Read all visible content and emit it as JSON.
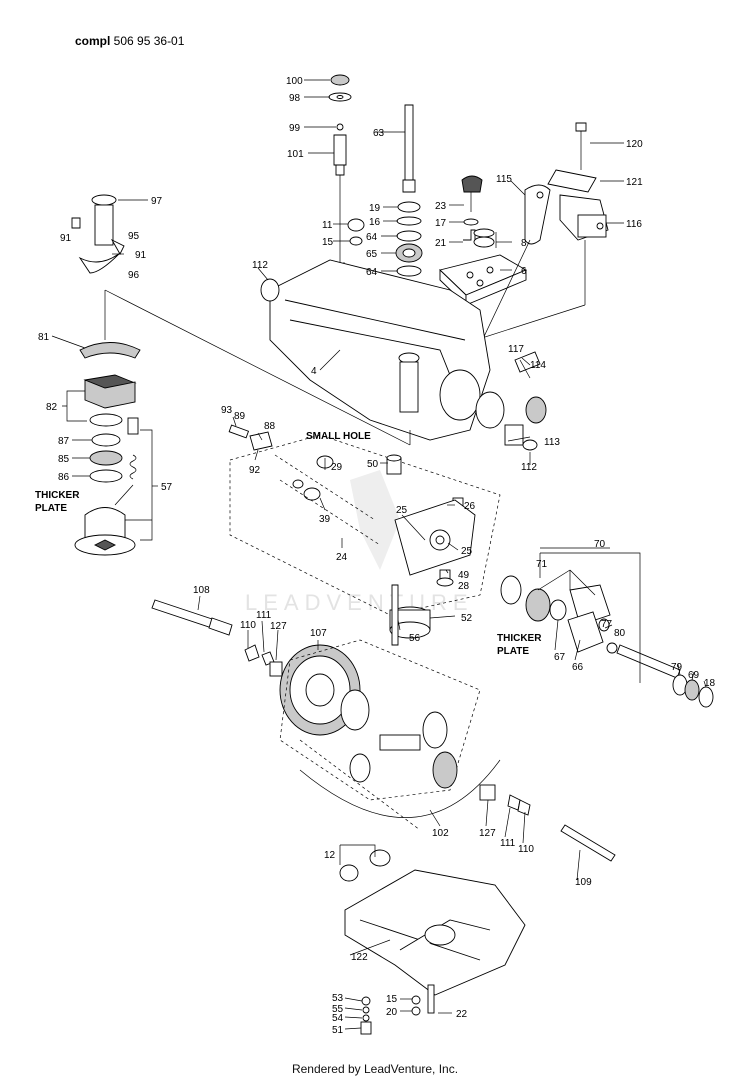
{
  "header": {
    "title_bold": "compl",
    "title_rest": " 506 95 36-01"
  },
  "footer": {
    "text": "Rendered by LeadVenture, Inc."
  },
  "watermark": {
    "text": "LEADVENTURE"
  },
  "notes": {
    "small_hole": "SMALL HOLE",
    "thicker_plate_left_1": "THICKER",
    "thicker_plate_left_2": "PLATE",
    "thicker_plate_right_1": "THICKER",
    "thicker_plate_right_2": "PLATE"
  },
  "callouts": [
    "100",
    "98",
    "99",
    "101",
    "63",
    "19",
    "16",
    "64",
    "65",
    "64",
    "11",
    "15",
    "23",
    "17",
    "21",
    "115",
    "121",
    "120",
    "116",
    "8",
    "6",
    "97",
    "91",
    "95",
    "91",
    "96",
    "112",
    "4",
    "81",
    "82",
    "87",
    "85",
    "86",
    "57",
    "117",
    "114",
    "113",
    "112",
    "93",
    "89",
    "88",
    "92",
    "29",
    "39",
    "50",
    "26",
    "25",
    "25",
    "24",
    "49",
    "28",
    "70",
    "71",
    "77",
    "80",
    "67",
    "66",
    "79",
    "69",
    "18",
    "108",
    "110",
    "111",
    "127",
    "107",
    "56",
    "52",
    "127",
    "111",
    "110",
    "102",
    "12",
    "109",
    "122",
    "53",
    "55",
    "54",
    "51",
    "15",
    "20",
    "22"
  ]
}
